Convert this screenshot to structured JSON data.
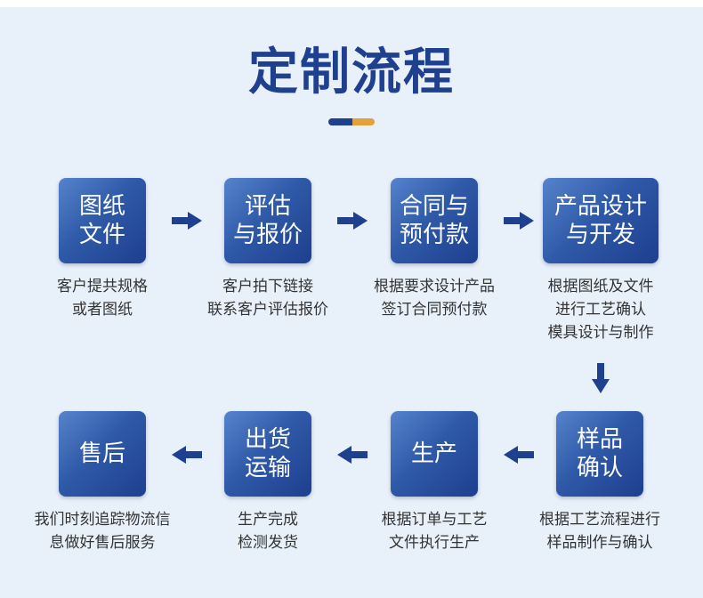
{
  "title": "定制流程",
  "colors": {
    "primary": "#1f3f8f",
    "accent": "#e2a23b",
    "background": "#e8f0fa"
  },
  "steps": [
    {
      "lines": [
        "图纸",
        "文件"
      ],
      "desc": [
        "客户提共规格",
        "或者图纸"
      ]
    },
    {
      "lines": [
        "评估",
        "与报价"
      ],
      "desc": [
        "客户拍下链接",
        "联系客户评估报价"
      ]
    },
    {
      "lines": [
        "合同与",
        "预付款"
      ],
      "desc": [
        "根据要求设计产品",
        "签订合同预付款"
      ]
    },
    {
      "lines": [
        "产品设计",
        "与开发"
      ],
      "desc": [
        "根据图纸及文件",
        "进行工艺确认",
        "模具设计与制作"
      ]
    },
    {
      "lines": [
        "样品",
        "确认"
      ],
      "desc": [
        "根据工艺流程进行",
        "样品制作与确认"
      ]
    },
    {
      "lines": [
        "生产"
      ],
      "desc": [
        "根据订单与工艺",
        "文件执行生产"
      ]
    },
    {
      "lines": [
        "出货",
        "运输"
      ],
      "desc": [
        "生产完成",
        "检测发货"
      ]
    },
    {
      "lines": [
        "售后"
      ],
      "desc": [
        "我们时刻追踪物流信",
        "息做好售后服务"
      ]
    }
  ],
  "icons": {
    "right": "arrow-right-icon",
    "left": "arrow-left-icon",
    "down": "arrow-down-icon"
  }
}
